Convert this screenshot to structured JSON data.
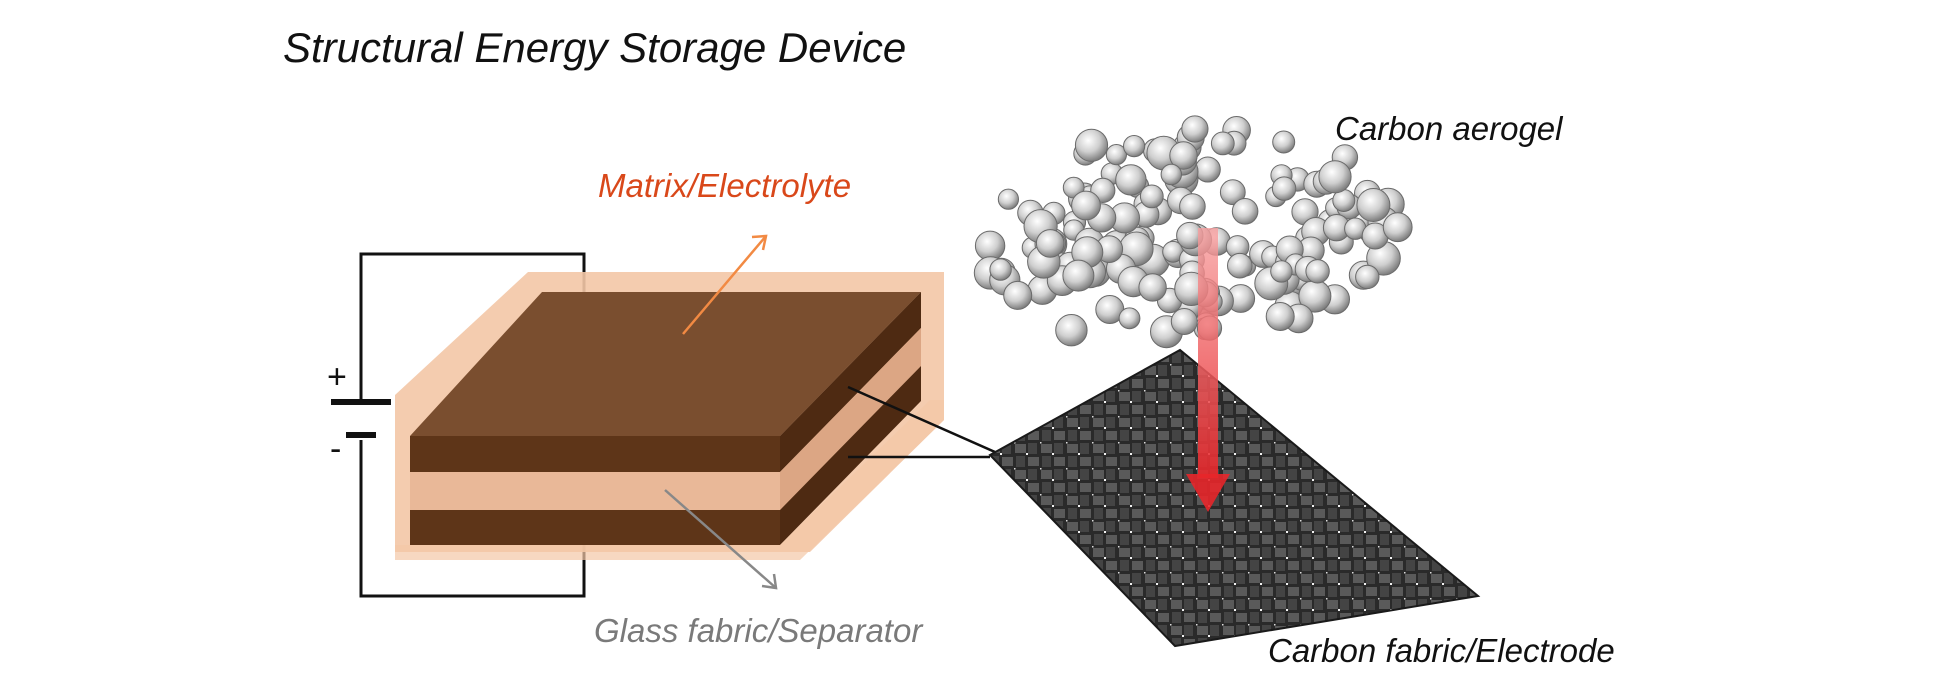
{
  "title": "Structural Energy Storage Device",
  "labels": {
    "matrix": "Matrix/Electrolyte",
    "glass": "Glass fabric/Separator",
    "aerogel": "Carbon aerogel",
    "fabric": "Carbon fabric/Electrode"
  },
  "battery": {
    "positive_sign": "+",
    "negative_sign": "-"
  },
  "colors": {
    "electrode_top": "#7a4e2f",
    "electrode_front": "#5e3518",
    "electrolyte_halo": "#f3c7a6",
    "separator": "#e9b898",
    "matrix_label": "#d9481a",
    "glass_label": "#7a7a7a",
    "arrow_red": "#e8262a",
    "fabric_dark": "#2b2b2b"
  }
}
